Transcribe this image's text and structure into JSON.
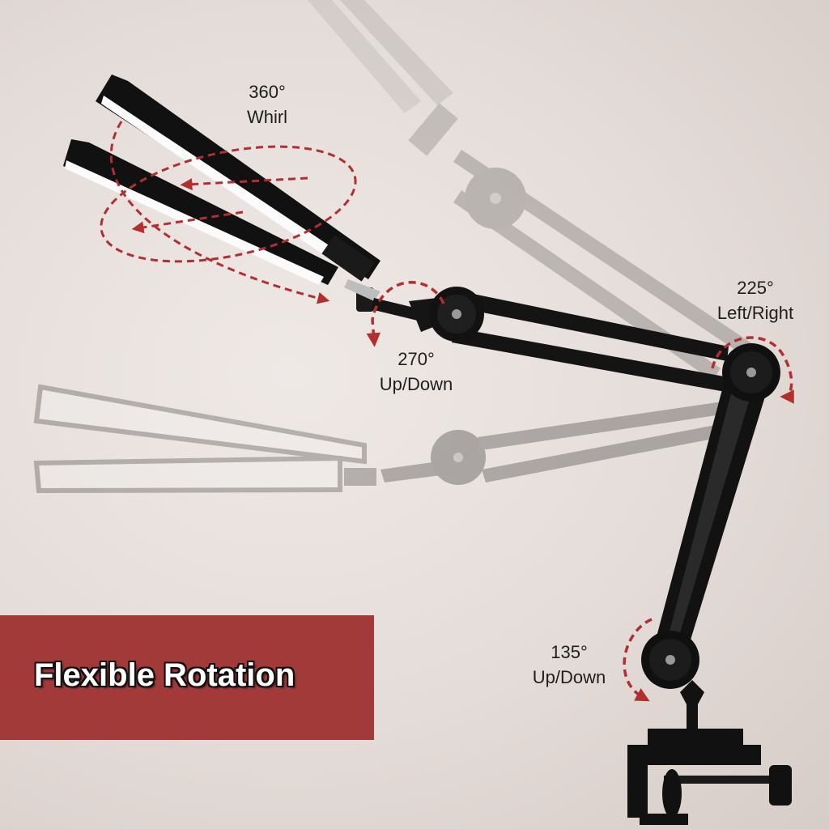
{
  "banner": {
    "title": "Flexible Rotation",
    "color": "#a23a3a"
  },
  "rotation_labels": [
    {
      "id": "whirl",
      "degrees": "360°",
      "motion": "Whirl"
    },
    {
      "id": "head",
      "degrees": "270°",
      "motion": "Up/Down"
    },
    {
      "id": "elbow",
      "degrees": "225°",
      "motion": "Left/Right"
    },
    {
      "id": "base",
      "degrees": "135°",
      "motion": "Up/Down"
    }
  ],
  "colors": {
    "arrow": "#b03030",
    "lamp": "#141414",
    "panel": "#fbfbfb"
  }
}
